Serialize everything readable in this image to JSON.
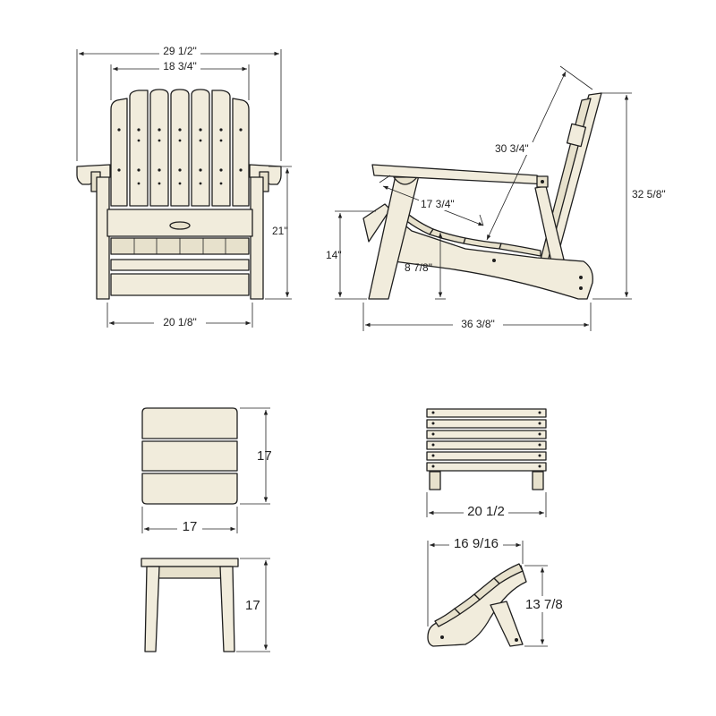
{
  "chair_front": {
    "overall_width": "29 1/2\"",
    "back_width": "18 3/4\"",
    "height": "21\"",
    "base_width": "20 1/8\""
  },
  "chair_side": {
    "back_length": "30 3/4\"",
    "seat_depth": "17 3/4\"",
    "height": "32 5/8\"",
    "arm_height": "14\"",
    "seat_height": "8 7/8\"",
    "depth": "36 3/8\""
  },
  "side_table": {
    "top_depth": "17",
    "top_width": "17",
    "height": "17"
  },
  "ottoman": {
    "width": "20 1/2",
    "depth": "16 9/16",
    "height": "13 7/8"
  },
  "colors": {
    "wood": "#f1ecdc",
    "outline": "#1e1e1e",
    "background": "#ffffff"
  }
}
